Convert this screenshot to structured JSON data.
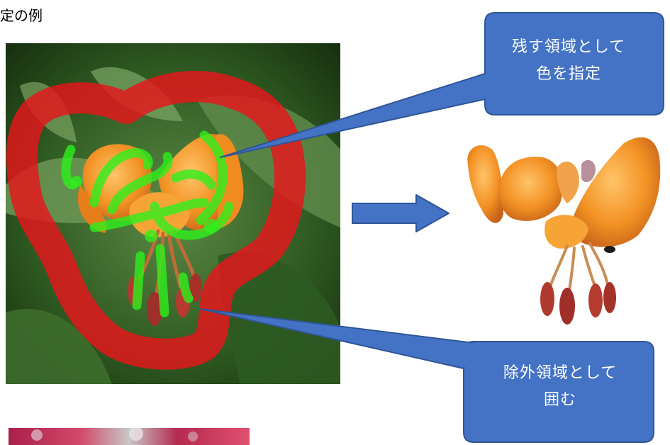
{
  "title": "定の例",
  "callouts": {
    "keep": {
      "line1": "残す領域として",
      "line2": "色を指定"
    },
    "exclude": {
      "line1": "除外領域として",
      "line2": "囲む"
    }
  },
  "colors": {
    "callout_fill": "#4472c4",
    "callout_stroke": "#2f5597",
    "arrow_fill": "#4472c4",
    "exclude_mark": "#e8151b",
    "keep_mark": "#2ef01c",
    "flower_orange": "#f39224",
    "leaf_green": "#3f6b2e"
  },
  "icons": {
    "arrow": "right-arrow-icon"
  }
}
